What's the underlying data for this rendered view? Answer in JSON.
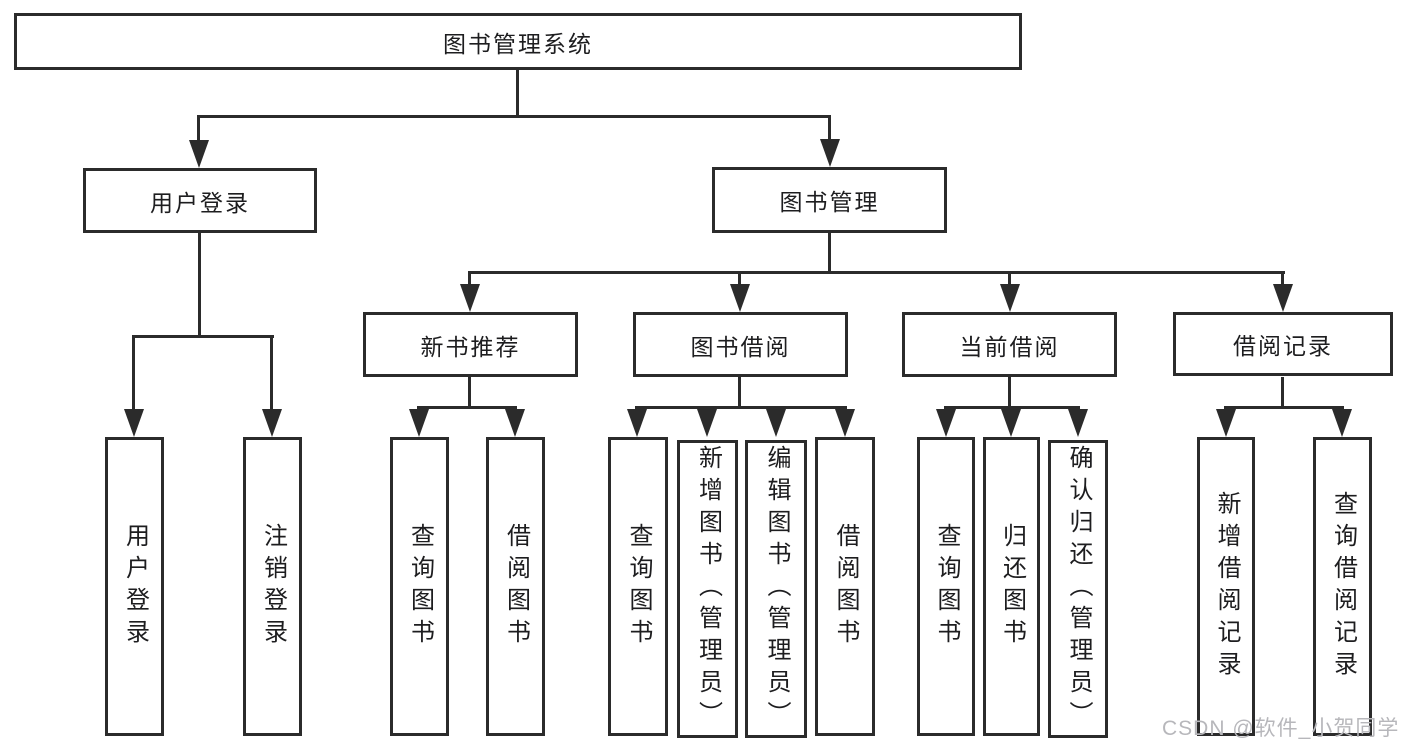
{
  "diagram": {
    "root": "图书管理系统",
    "branches": [
      {
        "label": "用户登录",
        "leaves": [
          "用户登录",
          "注销登录"
        ]
      },
      {
        "label": "图书管理",
        "sections": [
          {
            "label": "新书推荐",
            "leaves": [
              "查询图书",
              "借阅图书"
            ]
          },
          {
            "label": "图书借阅",
            "leaves": [
              "查询图书",
              "新增图书（管理员）",
              "编辑图书（管理员）",
              "借阅图书"
            ]
          },
          {
            "label": "当前借阅",
            "leaves": [
              "查询图书",
              "归还图书",
              "确认归还（管理员）"
            ]
          },
          {
            "label": "借阅记录",
            "leaves": [
              "新增借阅记录",
              "查询借阅记录"
            ]
          }
        ]
      }
    ]
  },
  "watermark": "CSDN @软件_小贺同学",
  "colors": {
    "line": "#2b2b2b",
    "text": "#1d1d1f",
    "background": "#ffffff",
    "watermark": "#b7b7bb"
  }
}
